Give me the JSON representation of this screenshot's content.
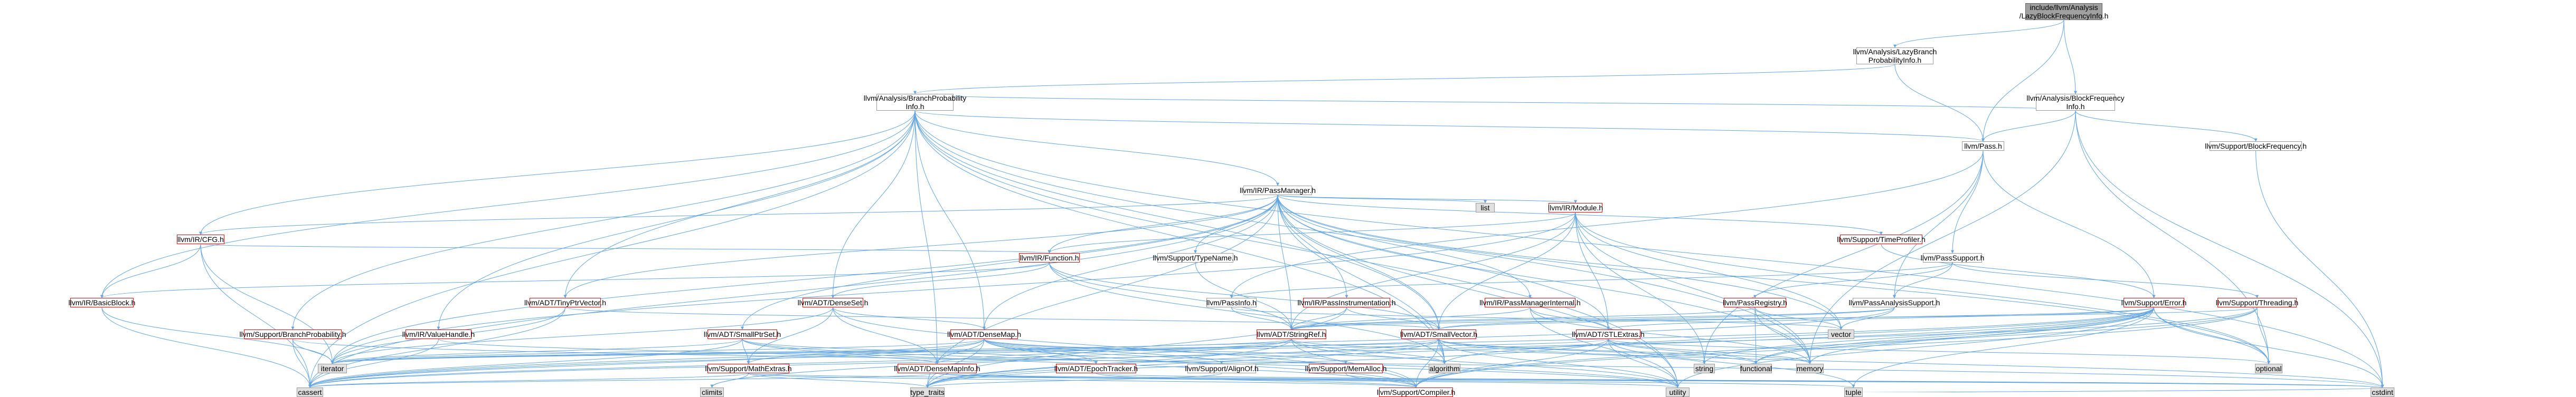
{
  "nodes": [
    {
      "id": "root",
      "lines": [
        "include/llvm/Analysis",
        "/LazyBlockFrequencyInfo.h"
      ],
      "style": "root"
    },
    {
      "id": "lbpi",
      "lines": [
        "llvm/Analysis/LazyBranch",
        "ProbabilityInfo.h"
      ],
      "style": "normal"
    },
    {
      "id": "bfi",
      "lines": [
        "llvm/Analysis/BlockFrequency",
        "Info.h"
      ],
      "style": "normal"
    },
    {
      "id": "bpi",
      "lines": [
        "llvm/Analysis/BranchProbability",
        "Info.h"
      ],
      "style": "normal"
    },
    {
      "id": "pass",
      "lines": [
        "llvm/Pass.h"
      ],
      "style": "normal"
    },
    {
      "id": "sbf",
      "lines": [
        "llvm/Support/BlockFrequency.h"
      ],
      "style": "normal"
    },
    {
      "id": "pm",
      "lines": [
        "llvm/IR/PassManager.h"
      ],
      "style": "normal"
    },
    {
      "id": "list",
      "lines": [
        "list"
      ],
      "style": "gray"
    },
    {
      "id": "module",
      "lines": [
        "llvm/IR/Module.h"
      ],
      "style": "red"
    },
    {
      "id": "cfg",
      "lines": [
        "llvm/IR/CFG.h"
      ],
      "style": "red"
    },
    {
      "id": "function",
      "lines": [
        "llvm/IR/Function.h"
      ],
      "style": "red"
    },
    {
      "id": "typename",
      "lines": [
        "llvm/Support/TypeName.h"
      ],
      "style": "normal"
    },
    {
      "id": "timeprof",
      "lines": [
        "llvm/Support/TimeProfiler.h"
      ],
      "style": "red"
    },
    {
      "id": "passsupport",
      "lines": [
        "llvm/PassSupport.h"
      ],
      "style": "normal"
    },
    {
      "id": "bb",
      "lines": [
        "llvm/IR/BasicBlock.h"
      ],
      "style": "red"
    },
    {
      "id": "tinyptr",
      "lines": [
        "llvm/ADT/TinyPtrVector.h"
      ],
      "style": "red"
    },
    {
      "id": "denseset",
      "lines": [
        "llvm/ADT/DenseSet.h"
      ],
      "style": "red"
    },
    {
      "id": "passinfo",
      "lines": [
        "llvm/PassInfo.h"
      ],
      "style": "normal"
    },
    {
      "id": "passinstr",
      "lines": [
        "llvm/IR/PassInstrumentation.h"
      ],
      "style": "red"
    },
    {
      "id": "pminternal",
      "lines": [
        "llvm/IR/PassManagerInternal.h"
      ],
      "style": "red"
    },
    {
      "id": "passreg",
      "lines": [
        "llvm/PassRegistry.h"
      ],
      "style": "red"
    },
    {
      "id": "pas",
      "lines": [
        "llvm/PassAnalysisSupport.h"
      ],
      "style": "normal"
    },
    {
      "id": "error",
      "lines": [
        "llvm/Support/Error.h"
      ],
      "style": "red"
    },
    {
      "id": "threading",
      "lines": [
        "llvm/Support/Threading.h"
      ],
      "style": "red"
    },
    {
      "id": "sbp",
      "lines": [
        "llvm/Support/BranchProbability.h"
      ],
      "style": "red"
    },
    {
      "id": "valuehandle",
      "lines": [
        "llvm/IR/ValueHandle.h"
      ],
      "style": "red"
    },
    {
      "id": "smallptrset",
      "lines": [
        "llvm/ADT/SmallPtrSet.h"
      ],
      "style": "red"
    },
    {
      "id": "densemap",
      "lines": [
        "llvm/ADT/DenseMap.h"
      ],
      "style": "red"
    },
    {
      "id": "stringref",
      "lines": [
        "llvm/ADT/StringRef.h"
      ],
      "style": "red"
    },
    {
      "id": "smallvector",
      "lines": [
        "llvm/ADT/SmallVector.h"
      ],
      "style": "red"
    },
    {
      "id": "stlextras",
      "lines": [
        "llvm/ADT/STLExtras.h"
      ],
      "style": "red"
    },
    {
      "id": "vector",
      "lines": [
        "vector"
      ],
      "style": "gray"
    },
    {
      "id": "iterator",
      "lines": [
        "iterator"
      ],
      "style": "gray"
    },
    {
      "id": "mathextras",
      "lines": [
        "llvm/Support/MathExtras.h"
      ],
      "style": "red"
    },
    {
      "id": "densemapinfo",
      "lines": [
        "llvm/ADT/DenseMapInfo.h"
      ],
      "style": "red"
    },
    {
      "id": "epoch",
      "lines": [
        "llvm/ADT/EpochTracker.h"
      ],
      "style": "red"
    },
    {
      "id": "alignof",
      "lines": [
        "llvm/Support/AlignOf.h"
      ],
      "style": "normal"
    },
    {
      "id": "memalloc",
      "lines": [
        "llvm/Support/MemAlloc.h"
      ],
      "style": "red"
    },
    {
      "id": "algorithm",
      "lines": [
        "algorithm"
      ],
      "style": "gray"
    },
    {
      "id": "string",
      "lines": [
        "string"
      ],
      "style": "gray"
    },
    {
      "id": "functional",
      "lines": [
        "functional"
      ],
      "style": "gray"
    },
    {
      "id": "memory",
      "lines": [
        "memory"
      ],
      "style": "gray"
    },
    {
      "id": "optional",
      "lines": [
        "optional"
      ],
      "style": "gray"
    },
    {
      "id": "cassert",
      "lines": [
        "cassert"
      ],
      "style": "gray"
    },
    {
      "id": "climits",
      "lines": [
        "climits"
      ],
      "style": "gray"
    },
    {
      "id": "typetraits",
      "lines": [
        "type_traits"
      ],
      "style": "gray"
    },
    {
      "id": "compiler",
      "lines": [
        "llvm/Support/Compiler.h"
      ],
      "style": "red"
    },
    {
      "id": "utility",
      "lines": [
        "utility"
      ],
      "style": "gray"
    },
    {
      "id": "tuple",
      "lines": [
        "tuple"
      ],
      "style": "gray"
    },
    {
      "id": "cstdint",
      "lines": [
        "cstdint"
      ],
      "style": "gray"
    }
  ],
  "colors": {
    "edge": "#63a5e0",
    "red_border": "#ff0000",
    "root_fill": "#a0a0a0",
    "system_fill": "#e0e0e0"
  }
}
